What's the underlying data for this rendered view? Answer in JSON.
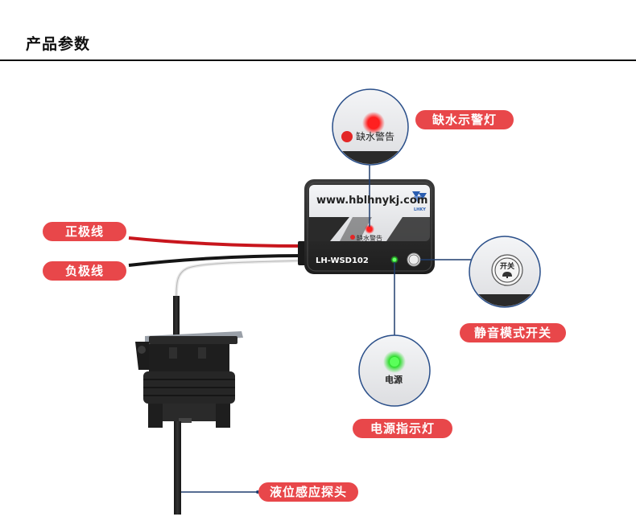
{
  "header": {
    "title": "产品参数"
  },
  "device": {
    "website": "www.hblhnykj.com",
    "model": "LH-WSD102",
    "led_label": "缺水警告",
    "switch_label": "开关",
    "power_label": "电源",
    "logo_text": "LHKY"
  },
  "callouts": {
    "positive_wire": "正极线",
    "negative_wire": "负极线",
    "water_shortage_light": "缺水示警灯",
    "mute_switch": "静音模式开关",
    "power_light": "电源指示灯",
    "probe": "液位感应探头"
  },
  "colors": {
    "tag_bg": "#e8474a",
    "tag_text": "#ffffff",
    "red_led": "#ff1a1a",
    "green_led": "#2adc2a",
    "leader_line": "#1f3d6e",
    "device_body": "#2c2c2c",
    "label_panel": "#e9eaec"
  }
}
